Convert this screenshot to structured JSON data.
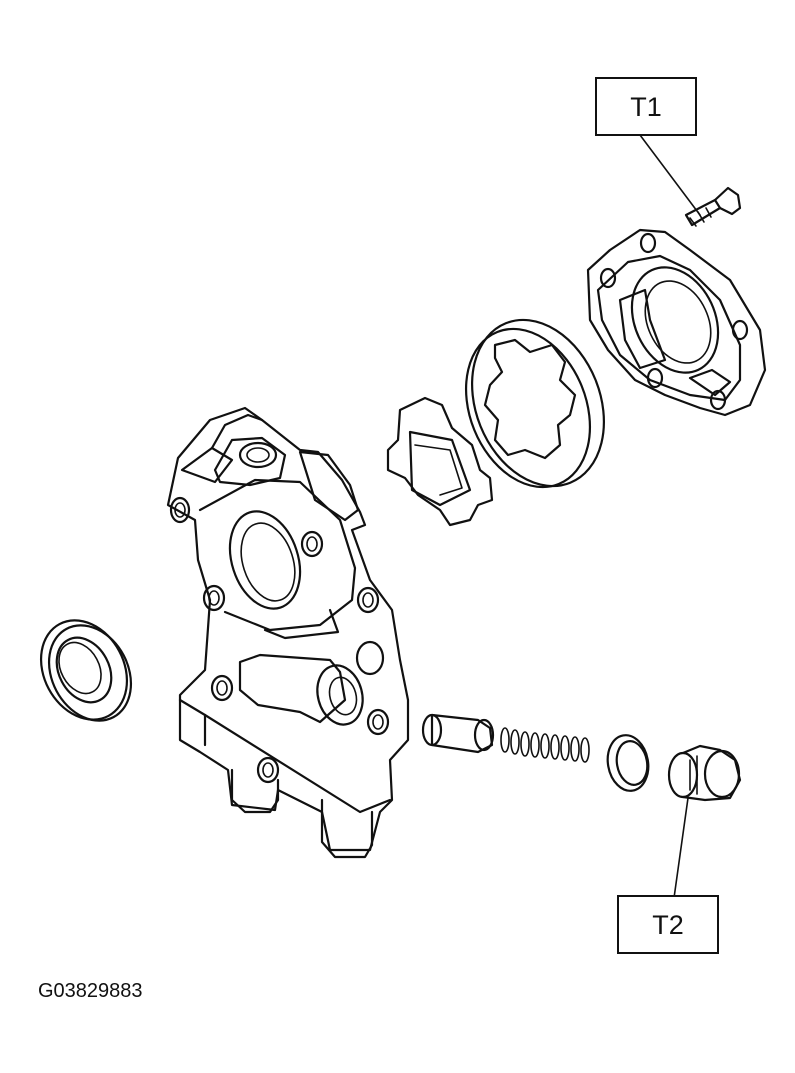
{
  "callouts": {
    "t1": "T1",
    "t2": "T2"
  },
  "figure_id": "G03829883",
  "colors": {
    "line": "#111111",
    "background": "#ffffff"
  }
}
